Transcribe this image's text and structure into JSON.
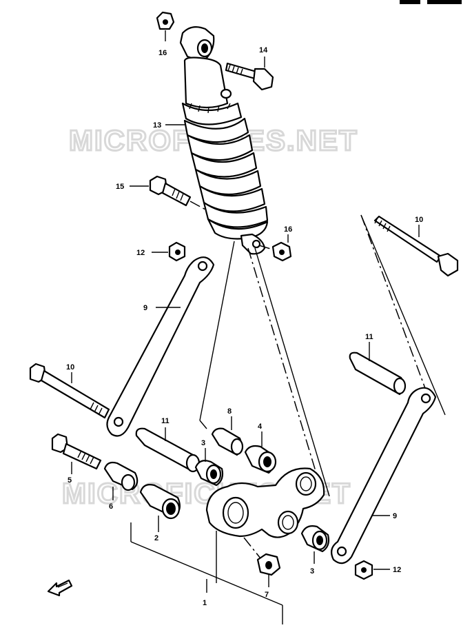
{
  "watermark": {
    "text_top": "MICROFICHES.NET",
    "text_bottom": "MICROFICHES.NET"
  },
  "parts": {
    "p1": "1",
    "p2": "2",
    "p3_left": "3",
    "p3_right": "3",
    "p4": "4",
    "p5": "5",
    "p6": "6",
    "p7": "7",
    "p8": "8",
    "p9_left": "9",
    "p9_right": "9",
    "p10_left": "10",
    "p10_right": "10",
    "p11_left": "11",
    "p11_right": "11",
    "p12_left": "12",
    "p12_right": "12",
    "p13": "13",
    "p14": "14",
    "p15": "15",
    "p16_top": "16",
    "p16_bottom": "16"
  }
}
